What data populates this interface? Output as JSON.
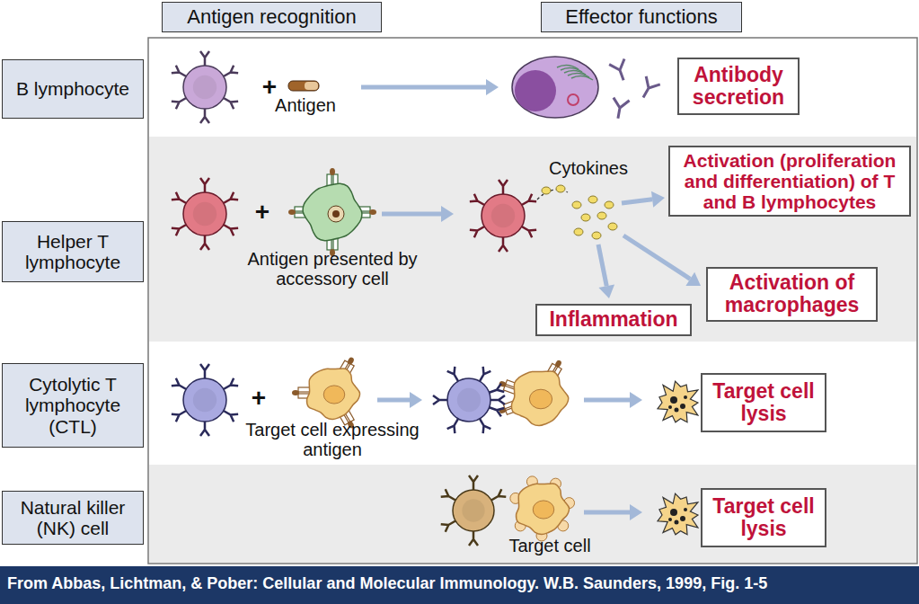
{
  "diagram": {
    "caption": "From Abbas, Lichtman, & Pober: Cellular and Molecular Immunology. W.B. Saunders, 1999, Fig. 1-5",
    "nodes": [
      {
        "text": [
          "Antigen recognition"
        ]
      },
      {
        "text": [
          "Effector functions"
        ]
      },
      {
        "text": [
          "B lymphocyte"
        ]
      },
      {
        "text": [
          "Antibody secretion"
        ]
      },
      {
        "text": [
          "Helper T lymphocyte"
        ]
      },
      {
        "text": [
          "Activation (proliferation and differentiation) of T and B lymphocytes"
        ]
      },
      {
        "text": [
          "Activation of macrophages"
        ]
      },
      {
        "text": [
          "Inflammation"
        ]
      },
      {
        "text": [
          "Cytolytic T lymphocyte (CTL)"
        ]
      },
      {
        "text": [
          "Target cell lysis"
        ]
      },
      {
        "text": [
          "Natural killer (NK) cell"
        ]
      },
      {
        "text": [
          "Target cell lysis"
        ]
      }
    ],
    "labels": [
      "+",
      "Antigen",
      "+",
      "Cytokines",
      "Antigen presented by accessory cell",
      "+",
      "Target cell expressing antigen",
      "Target cell"
    ]
  }
}
